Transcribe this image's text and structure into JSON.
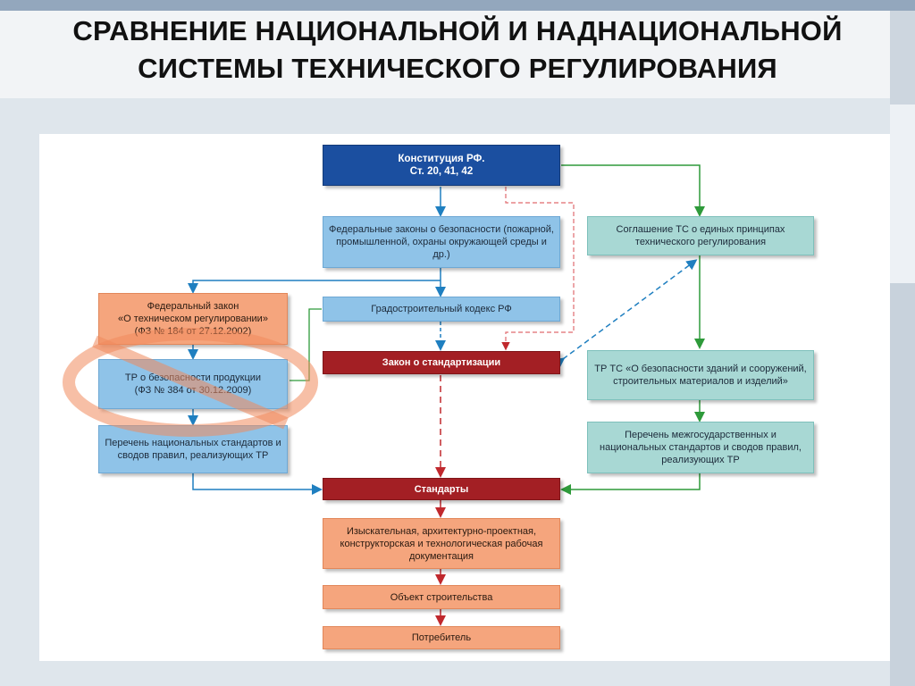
{
  "title": {
    "line1": "СРАВНЕНИЕ НАЦИОНАЛЬНОЙ И НАДНАЦИОНАЛЬНОЙ",
    "line2": "СИСТЕМЫ ТЕХНИЧЕСКОГО РЕГУЛИРОВАНИЯ"
  },
  "colors": {
    "dark_blue": "#1b4fa0",
    "light_blue": "#8fc3e8",
    "teal": "#a8d8d4",
    "orange": "#f5a57d",
    "red": "#a31f24",
    "green_arrow": "#2e9a3a",
    "blue_arrow": "#1f7fc0",
    "red_arrow": "#c0282d"
  },
  "boxes": {
    "constitution": {
      "line1": "Конституция РФ.",
      "line2": "Ст. 20, 41, 42"
    },
    "federal_laws": "Федеральные законы о безопасности (пожарной, промышленной, охраны окружающей среды и др.)",
    "ts_agreement": "Соглашение ТС о единых принципах технического регулирования",
    "fz184": {
      "line1": "Федеральный закон",
      "line2": "«О техническом регулировании»",
      "line3": "(ФЗ № 184 от 27.12.2002)"
    },
    "grad_code": "Градостроительный кодекс РФ",
    "standardization_law": "Закон о стандартизации",
    "tr_safety": {
      "line1": "ТР о безопасности продукции",
      "line2": "(ФЗ № 384 от 30.12.2009)"
    },
    "tr_ts_buildings": "ТР ТС «О безопасности зданий и сооружений, строительных материалов и изделий»",
    "national_list": "Перечень национальных стандартов и сводов правил, реализующих ТР",
    "interstate_list": "Перечень межгосударственных и национальных стандартов и сводов правил, реализующих ТР",
    "standards": "Стандарты",
    "documentation": "Изыскательная, архитектурно-проектная, конструкторская и технологическая рабочая документация",
    "construction_object": "Объект строительства",
    "consumer": "Потребитель"
  }
}
